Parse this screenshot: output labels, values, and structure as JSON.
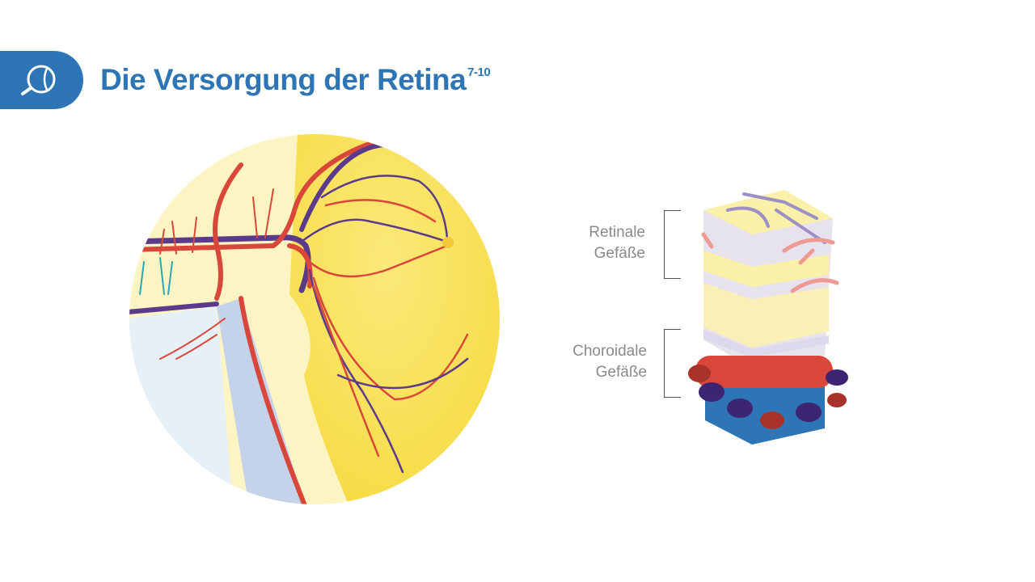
{
  "header": {
    "icon": "eye-icon",
    "title": "Die Versorgung der Retina",
    "title_superscript": "7-10"
  },
  "diagram": {
    "labels": {
      "retinal": [
        "Retinale",
        "Gefäße"
      ],
      "choroidal": [
        "Choroidale",
        "Gefäße"
      ]
    }
  },
  "colors": {
    "brand_blue": "#2e75b6",
    "artery_red": "#d9473a",
    "vein_purple": "#5b3a8c",
    "retina_yellow": "#f7dd4a"
  }
}
